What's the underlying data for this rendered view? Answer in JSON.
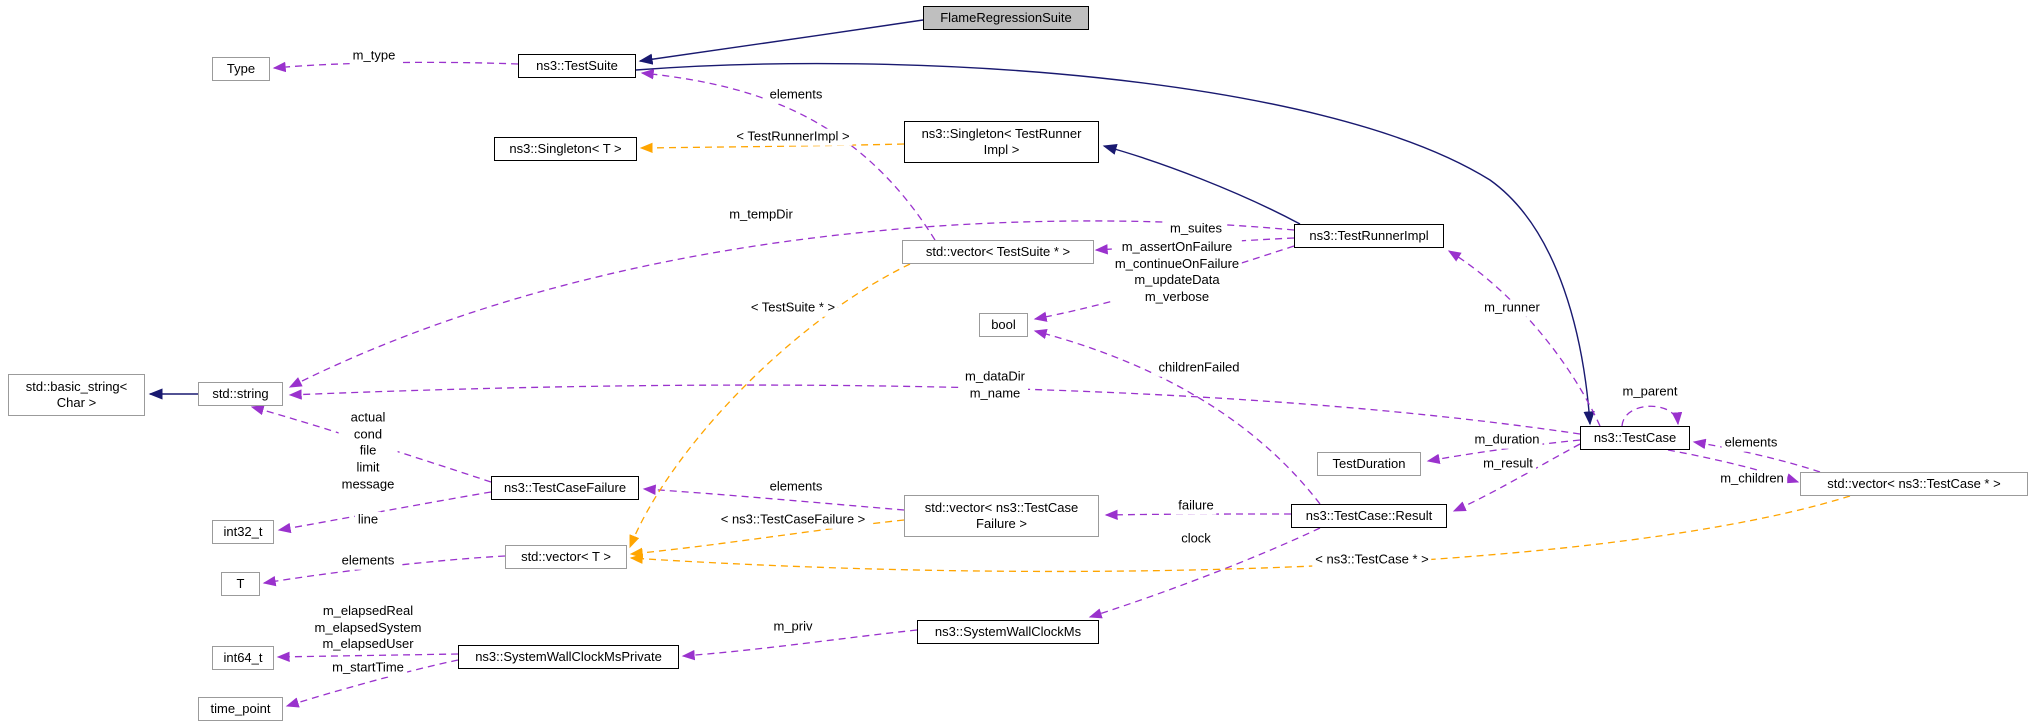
{
  "nodes": {
    "flame_regression_suite": "FlameRegressionSuite",
    "test_suite": "ns3::TestSuite",
    "type": "Type",
    "singleton_t": "ns3::Singleton< T >",
    "singleton_test_runner_impl": "ns3::Singleton< TestRunner\nImpl >",
    "vector_test_suite": "std::vector< TestSuite * >",
    "test_runner_impl": "ns3::TestRunnerImpl",
    "bool": "bool",
    "basic_string": "std::basic_string<\nChar >",
    "string": "std::string",
    "test_case": "ns3::TestCase",
    "test_duration": "TestDuration",
    "vector_test_case": "std::vector< ns3::TestCase * >",
    "test_case_failure": "ns3::TestCaseFailure",
    "vector_test_case_failure": "std::vector< ns3::TestCase\nFailure >",
    "result": "ns3::TestCase::Result",
    "int32": "int32_t",
    "vector_t": "std::vector< T >",
    "t": "T",
    "system_wall_clock_ms": "ns3::SystemWallClockMs",
    "int64": "int64_t",
    "system_wall_clock_ms_private": "ns3::SystemWallClockMsPrivate",
    "time_point": "time_point"
  },
  "edge_labels": {
    "m_type": "m_type",
    "elements_suites": "elements",
    "tmpl_test_runner_impl": "< TestRunnerImpl >",
    "m_tempDir": "m_tempDir",
    "m_suites": "m_suites",
    "runner_flags": "m_assertOnFailure\nm_continueOnFailure\nm_updateData\nm_verbose",
    "tmpl_test_suite_ptr": "< TestSuite * >",
    "childrenFailed": "childrenFailed",
    "m_dataDir_m_name": "m_dataDir\nm_name",
    "m_runner": "m_runner",
    "m_parent": "m_parent",
    "failure_strings": "actual\ncond\nfile\nlimit\nmessage",
    "m_duration": "m_duration",
    "elements_children": "elements",
    "m_children": "m_children",
    "m_result": "m_result",
    "elements_failures": "elements",
    "failure": "failure",
    "tmpl_test_case_failure": "< ns3::TestCaseFailure >",
    "line": "line",
    "clock": "clock",
    "elements_vector_t": "elements",
    "tmpl_test_case_ptr": "< ns3::TestCase * >",
    "elapsed_times": "m_elapsedReal\nm_elapsedSystem\nm_elapsedUser",
    "m_priv": "m_priv",
    "m_startTime": "m_startTime"
  }
}
